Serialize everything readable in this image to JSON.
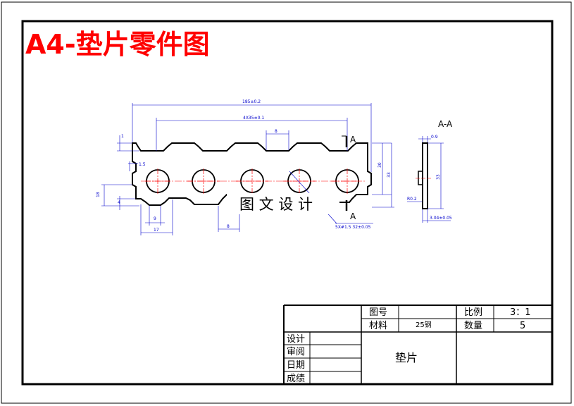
{
  "drawing": {
    "title": "A4-垫片零件图",
    "watermark": "图 文 设 计",
    "section_label": "A-A",
    "cut_mark": "A",
    "dimensions": {
      "overall_length": "185±0.2",
      "pitch_total": "4X35±0.1",
      "slot_width_top": "8",
      "left_margin": "1",
      "edge_offset": "1.5",
      "height_left": "18",
      "bottom_offset": "4",
      "hole_offset": "9",
      "end_length": "17",
      "slot_width_bottom": "8",
      "holes": "5X#1.5 32±0.05",
      "inner_height": "30",
      "outer_height": "33",
      "section_top": "0.9",
      "section_height": "33",
      "section_side": "R0.2",
      "section_thickness": "3.04±0.05"
    }
  },
  "title_block": {
    "labels": {
      "drawing_no": "图号",
      "material": "材料",
      "scale": "比例",
      "quantity": "数量",
      "design": "设计",
      "review": "审阅",
      "date": "日期",
      "grade": "成绩"
    },
    "values": {
      "drawing_no": "",
      "material": "25钢",
      "scale": "3：1",
      "quantity": "5",
      "part_name": "垫片"
    }
  },
  "colors": {
    "outline": "#000000",
    "dimension": "#0000cc",
    "centerline": "#ff0000",
    "title": "#ff0000"
  }
}
